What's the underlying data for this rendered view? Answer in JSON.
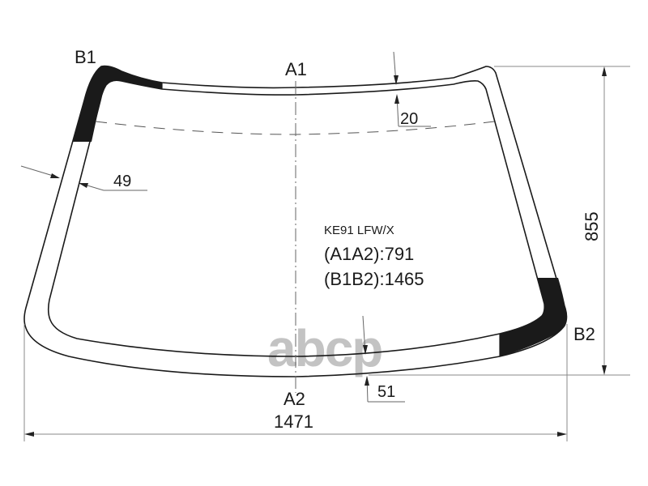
{
  "drawing": {
    "part_code": "KE91 LFW/X",
    "points": {
      "a1": "A1",
      "a2": "A2",
      "b1": "B1",
      "b2": "B2"
    },
    "dimensions": {
      "a1a2_label": "(A1A2):791",
      "b1b2_label": "(B1B2):1465",
      "height": "855",
      "width": "1471",
      "top_band": "20",
      "side_band": "49",
      "bottom_band": "51"
    },
    "colors": {
      "outline": "#1a1a1a",
      "dimension_line": "#777777",
      "black_fill": "#1a1a1a",
      "watermark": "#b0b0b0"
    },
    "watermark": "abcp"
  }
}
